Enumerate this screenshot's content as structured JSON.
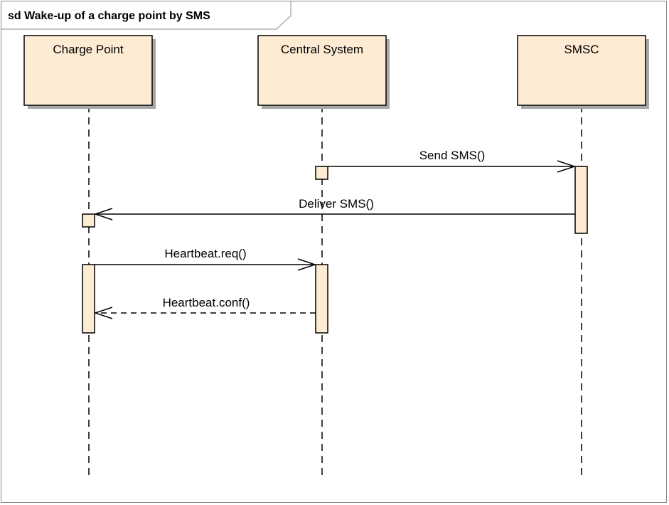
{
  "diagram": {
    "title": "sd Wake-up of a charge point by SMS",
    "participants": [
      {
        "id": "cp",
        "label": "Charge Point"
      },
      {
        "id": "cs",
        "label": "Central System"
      },
      {
        "id": "smsc",
        "label": "SMSC"
      }
    ],
    "messages": [
      {
        "label": "Send SMS()",
        "from": "cs",
        "to": "smsc",
        "style": "solid"
      },
      {
        "label": "Deliver SMS()",
        "from": "smsc",
        "to": "cp",
        "style": "solid"
      },
      {
        "label": "Heartbeat.req()",
        "from": "cp",
        "to": "cs",
        "style": "solid"
      },
      {
        "label": "Heartbeat.conf()",
        "from": "cs",
        "to": "cp",
        "style": "dashed"
      }
    ]
  }
}
